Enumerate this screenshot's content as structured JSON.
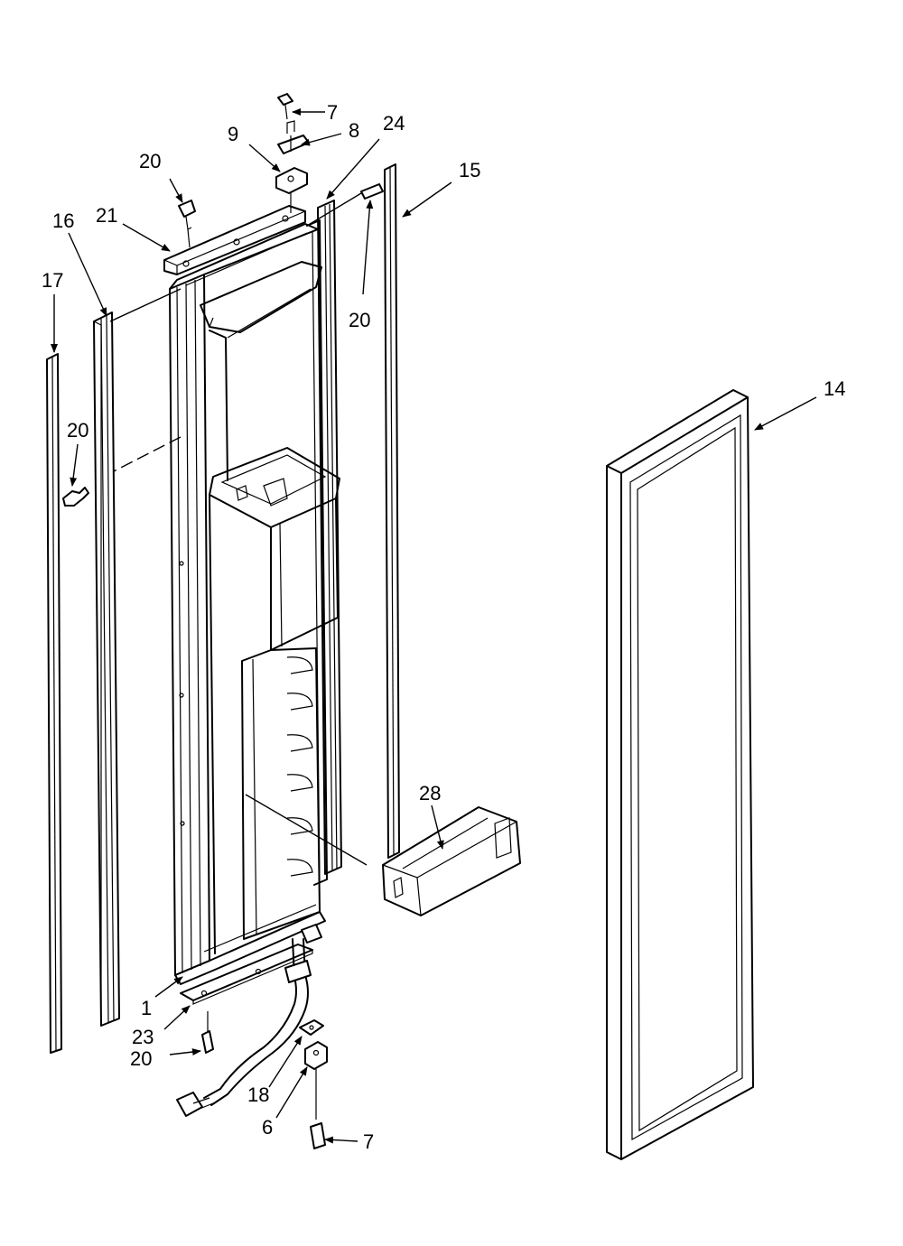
{
  "callouts": [
    "7",
    "8",
    "9",
    "24",
    "20",
    "15",
    "21",
    "16",
    "17",
    "20",
    "14",
    "20",
    "28",
    "1",
    "23",
    "20",
    "18",
    "6",
    "7"
  ]
}
